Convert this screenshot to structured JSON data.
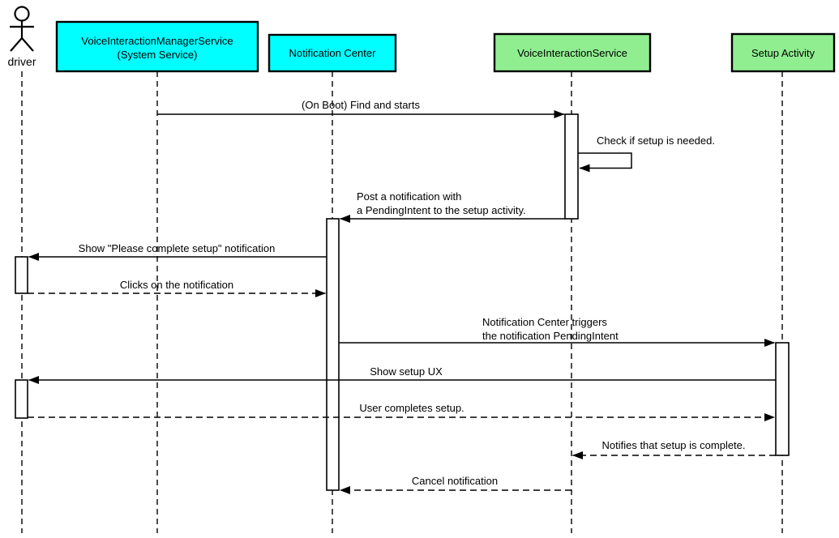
{
  "colors": {
    "participant_cyan": "#00FFFF",
    "participant_green": "#90EE90",
    "line": "#000000",
    "activation_fill": "#FFFFFF",
    "background": "#FFFFFF"
  },
  "diagram": {
    "type": "uml-sequence",
    "actor": {
      "name": "driver"
    },
    "participants": [
      {
        "label_lines": [
          "VoiceInteractionManagerService",
          "(System Service)"
        ],
        "fill": "cyan"
      },
      {
        "label_lines": [
          "Notification Center"
        ],
        "fill": "cyan"
      },
      {
        "label_lines": [
          "VoiceInteractionService"
        ],
        "fill": "green"
      },
      {
        "label_lines": [
          "Setup Activity"
        ],
        "fill": "green"
      }
    ],
    "messages": [
      {
        "from": "VoiceInteractionManagerService",
        "to": "VoiceInteractionService",
        "label": "(On Boot) Find and starts",
        "line_style": "solid",
        "kind": "call"
      },
      {
        "from": "VoiceInteractionService",
        "to": "VoiceInteractionService",
        "label": "Check if setup is needed.",
        "line_style": "solid",
        "kind": "self"
      },
      {
        "from": "VoiceInteractionService",
        "to": "Notification Center",
        "lines": [
          "Post a notification with",
          "a PendingIntent to the setup activity."
        ],
        "line_style": "solid",
        "kind": "call"
      },
      {
        "from": "Notification Center",
        "to": "driver",
        "label": "Show \"Please complete setup\" notification",
        "line_style": "solid",
        "kind": "call"
      },
      {
        "from": "driver",
        "to": "Notification Center",
        "label": "Clicks on the notification",
        "line_style": "dashed",
        "kind": "return"
      },
      {
        "from": "Notification Center",
        "to": "Setup Activity",
        "lines": [
          "Notification Center triggers",
          "the notification PendingIntent"
        ],
        "line_style": "solid",
        "kind": "call"
      },
      {
        "from": "Setup Activity",
        "to": "driver",
        "label": "Show setup UX",
        "line_style": "solid",
        "kind": "call"
      },
      {
        "from": "driver",
        "to": "Setup Activity",
        "label": "User completes setup.",
        "line_style": "dashed",
        "kind": "return"
      },
      {
        "from": "Setup Activity",
        "to": "VoiceInteractionService",
        "label": "Notifies that setup is complete.",
        "line_style": "dashed",
        "kind": "return"
      },
      {
        "from": "VoiceInteractionService",
        "to": "Notification Center",
        "label": "Cancel notification",
        "line_style": "dashed",
        "kind": "return"
      }
    ]
  }
}
